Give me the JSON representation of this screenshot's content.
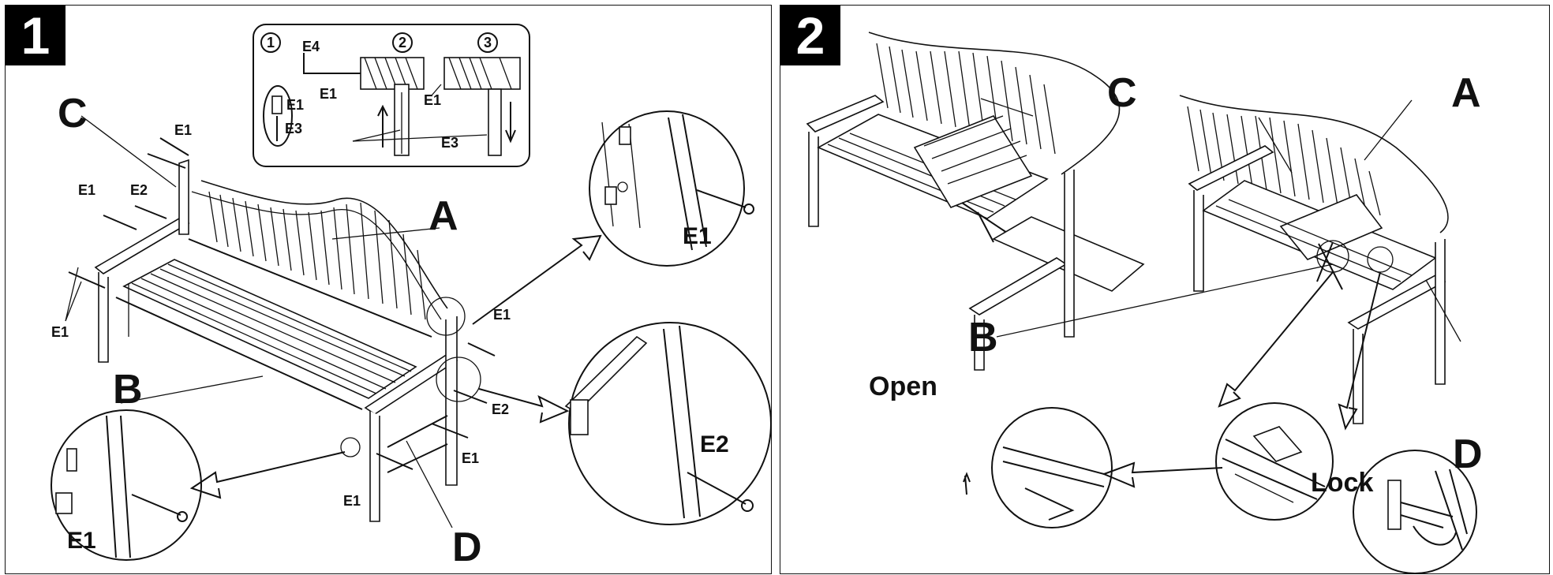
{
  "steps": [
    {
      "number": "1",
      "part_labels": {
        "a": "A",
        "b": "B",
        "c": "C",
        "d": "D"
      },
      "hardware_labels": {
        "e1_left_top": "E1",
        "e1_left_mid": "E1",
        "e2_left": "E2",
        "e1_left_low": "E1",
        "e1_right_arm": "E1",
        "e2_right_arm": "E2",
        "e1_front_leg": "E1",
        "e1_front_leg2": "E1",
        "zoom_top_e1": "E1",
        "zoom_right_e2": "E2",
        "zoom_left_e1": "E1"
      },
      "inset": {
        "substeps": [
          "1",
          "2",
          "3"
        ],
        "e4": "E4",
        "e1_a": "E1",
        "e1_b": "E1",
        "e1_c": "E1",
        "e3_a": "E3",
        "e3_b": "E3"
      }
    },
    {
      "number": "2",
      "part_labels": {
        "a": "A",
        "b": "B",
        "c": "C",
        "d": "D"
      },
      "states": {
        "open": "Open",
        "lock": "Lock"
      }
    }
  ]
}
